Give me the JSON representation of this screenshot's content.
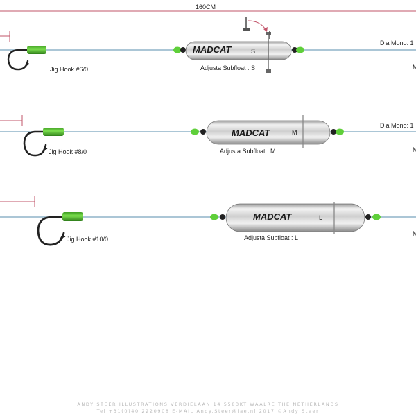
{
  "dimension_label": "160CM",
  "rigs": [
    {
      "hook_label": "Jig Hook #6/0",
      "float_label": "Adjusta Subfloat : S",
      "float_brand": "MADCAT",
      "float_size_mark": "S",
      "mono_label": "Dia Mono: 1",
      "mono_trail": "M"
    },
    {
      "hook_label": "Jig Hook #8/0",
      "float_label": "Adjusta Subfloat : M",
      "float_brand": "MADCAT",
      "float_size_mark": "M",
      "mono_label": "Dia Mono: 1",
      "mono_trail": "M"
    },
    {
      "hook_label": "Jig Hook #10/0",
      "float_label": "Adjusta Subfloat : L",
      "float_brand": "MADCAT",
      "float_size_mark": "L",
      "mono_label": "",
      "mono_trail": "M"
    }
  ],
  "footer": {
    "line1": "ANDY STEER ILLUSTRATIONS  VERDIELAAN 14  5583KT  WAALRE  THE NETHERLANDS",
    "line2": "Tel +31(0)40 2220908   E-MAIL Andy.Steer@iae.nl  2017 ©Andy Steer"
  },
  "colors": {
    "line": "#8fb3c9",
    "dimension": "#c2546a",
    "bead": "#5fcf3a",
    "float_body": "#e4e4e4",
    "hook": "#222222"
  }
}
